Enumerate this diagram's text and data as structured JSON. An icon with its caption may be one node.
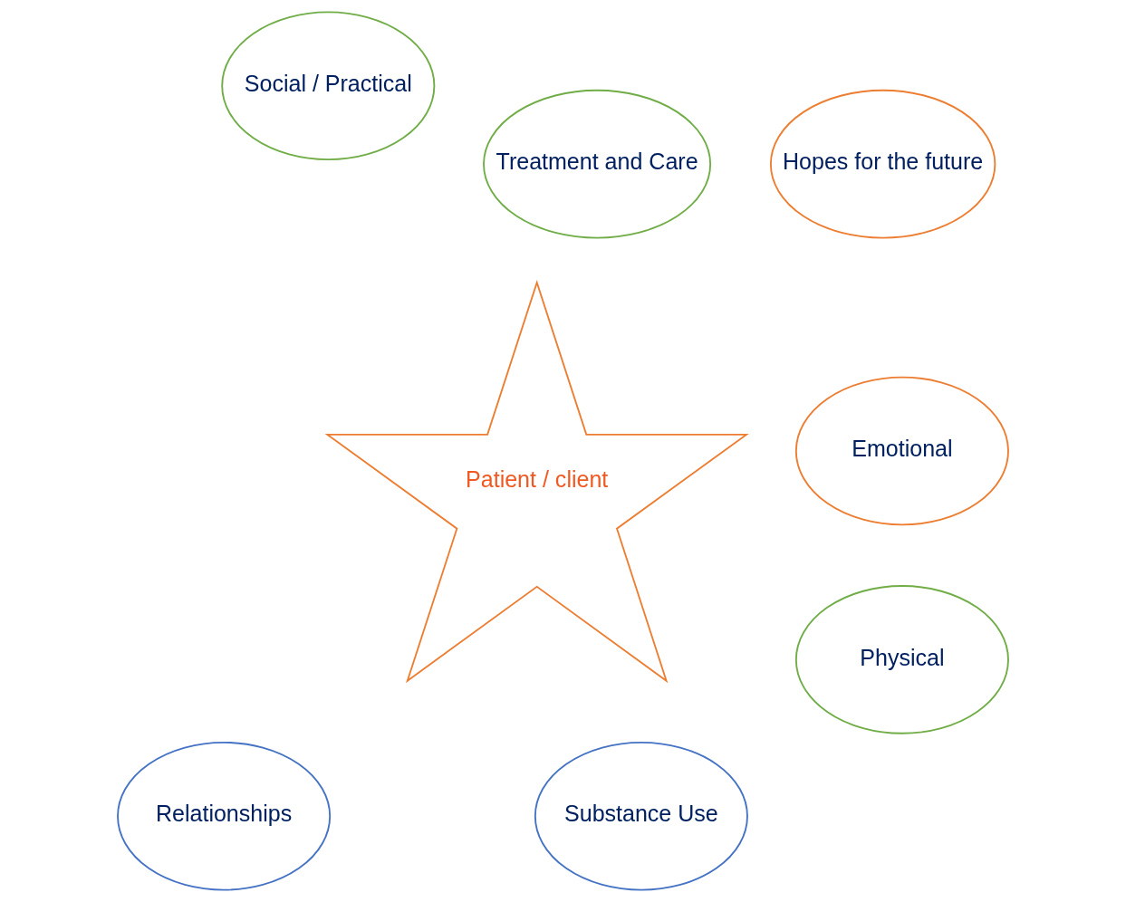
{
  "diagram": {
    "nodes": [
      {
        "text": [
          "Physical"
        ]
      },
      {
        "text": [
          "Hopes for the future"
        ]
      },
      {
        "text": [
          "Emotional"
        ]
      },
      {
        "text": [
          "Patient / client"
        ]
      },
      {
        "text": [
          "Treatment and Care"
        ]
      },
      {
        "text": [
          "Social / Practical"
        ]
      },
      {
        "text": [
          "Substance Use"
        ]
      },
      {
        "text": [
          "Relationships"
        ]
      }
    ],
    "edges": []
  }
}
